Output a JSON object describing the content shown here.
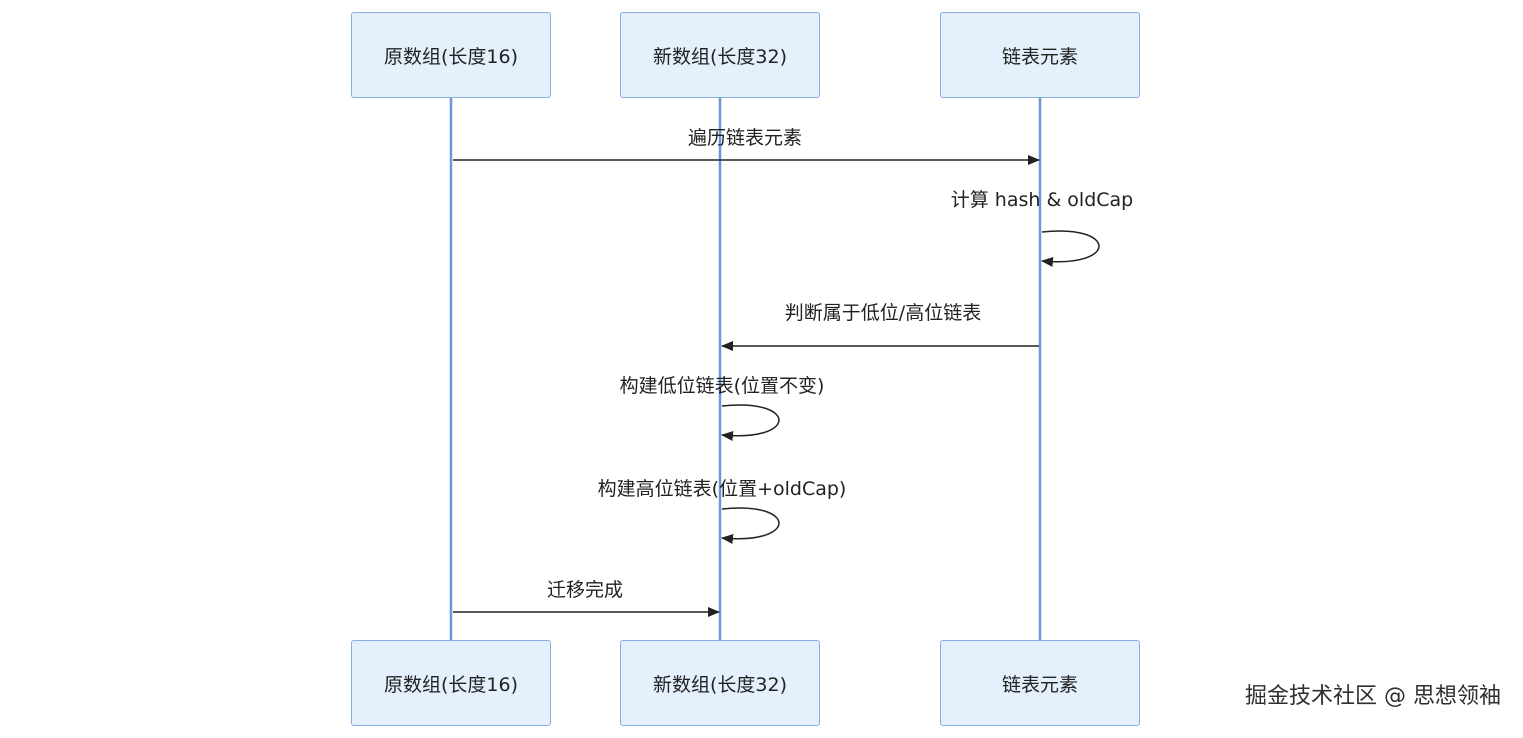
{
  "participants": {
    "old_array": "原数组(长度16)",
    "new_array": "新数组(长度32)",
    "list_element": "链表元素"
  },
  "messages": {
    "traverse": "遍历链表元素",
    "compute": "计算 hash & oldCap",
    "judge": "判断属于低位/高位链表",
    "build_low": "构建低位链表(位置不变)",
    "build_high": "构建高位链表(位置+oldCap)",
    "done": "迁移完成"
  },
  "watermark": "掘金技术社区 @ 思想领袖",
  "colors": {
    "actor_fill": "#e4f1fd",
    "actor_border": "#8aaee0",
    "lifeline": "#6f93e0",
    "arrow": "#222222"
  }
}
